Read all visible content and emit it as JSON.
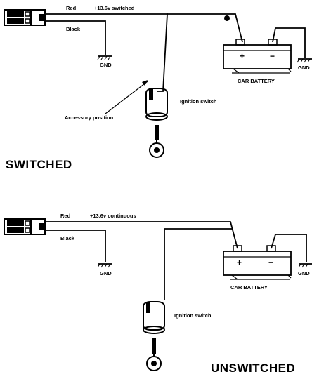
{
  "switched": {
    "red_label": "Red",
    "voltage_label": "+13.6v switched",
    "black_label": "Black",
    "gnd_left": "GND",
    "gnd_right": "GND",
    "battery_plus": "+",
    "battery_minus": "−",
    "battery_label": "CAR BATTERY",
    "ignition_label": "Ignition switch",
    "accessory_label": "Accessory position",
    "heading": "SWITCHED"
  },
  "unswitched": {
    "red_label": "Red",
    "voltage_label": "+13.6v continuous",
    "black_label": "Black",
    "gnd_left": "GND",
    "gnd_right": "GND",
    "battery_plus": "+",
    "battery_minus": "−",
    "battery_label": "CAR BATTERY",
    "ignition_label": "Ignition switch",
    "heading": "UNSWITCHED"
  }
}
